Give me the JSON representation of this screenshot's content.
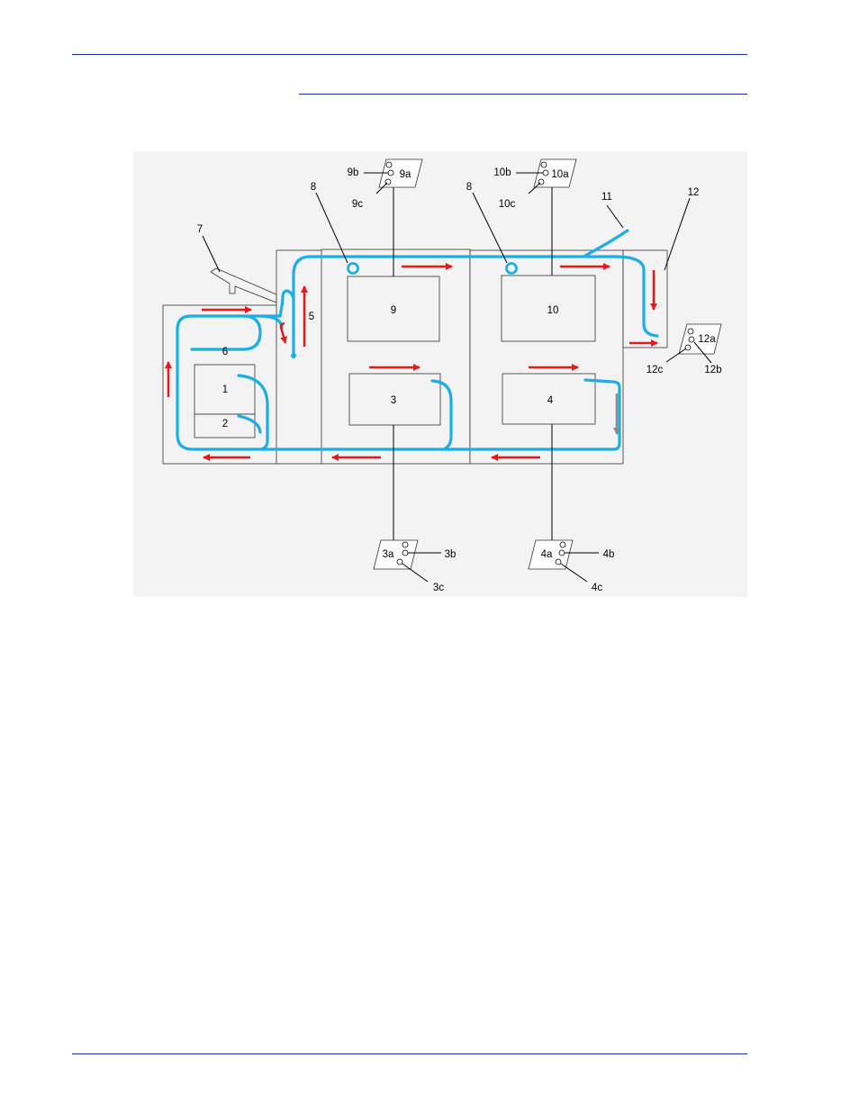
{
  "colors": {
    "rule": "#1b2fa0",
    "paper_path": "#1eaee6",
    "flow_arrow": "#e31b1b",
    "flow_arrow_alt": "#8a8a8a",
    "figure_background": "#f3f3f3"
  },
  "labels": {
    "m1": "1",
    "m2": "2",
    "m3": "3",
    "m4": "4",
    "m5": "5",
    "m6": "6",
    "m7": "7",
    "m8a": "8",
    "m8b": "8",
    "m9": "9",
    "m10": "10",
    "m11": "11",
    "m12": "12"
  },
  "panels": {
    "p9": {
      "a": "9a",
      "b": "9b",
      "c": "9c"
    },
    "p10": {
      "a": "10a",
      "b": "10b",
      "c": "10c"
    },
    "p12": {
      "a": "12a",
      "b": "12b",
      "c": "12c"
    },
    "p3": {
      "a": "3a",
      "b": "3b",
      "c": "3c"
    },
    "p4": {
      "a": "4a",
      "b": "4b",
      "c": "4c"
    }
  }
}
